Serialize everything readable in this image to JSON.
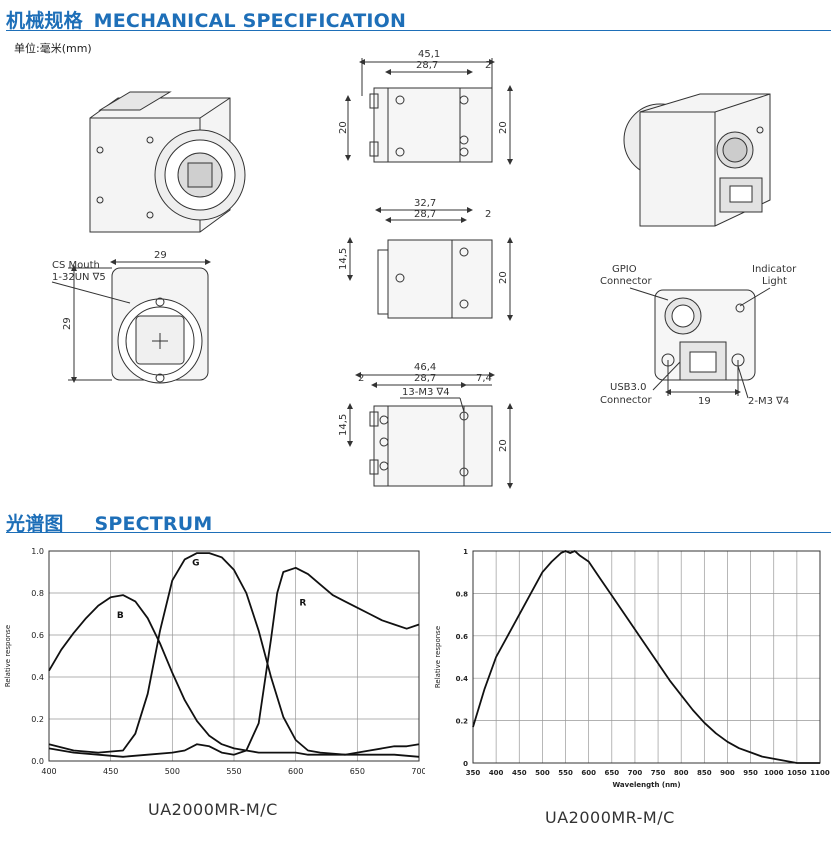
{
  "mechanical": {
    "title_cn": "机械规格",
    "title_en": "MECHANICAL SPECIFICATION",
    "unit": "单位:毫米(mm)"
  },
  "spectrum": {
    "title_cn": "光谱图",
    "title_en": "SPECTRUM"
  },
  "drawing_labels": {
    "top_total": "45,1",
    "top_mid": "28,7",
    "top_edge": "2",
    "top_left_h": "20",
    "top_right_h": "20",
    "side_total": "32,7",
    "side_mid": "28,7",
    "side_edge": "2",
    "side_left_h": "14,5",
    "side_right_h": "20",
    "bot_total": "46,4",
    "bot_left": "2",
    "bot_mid": "28,7",
    "bot_right": "7,4",
    "bot_hole": "13-M3 ∇4",
    "bot_left_h": "14,5",
    "bot_right_h": "20",
    "front_width": "29",
    "front_height": "29",
    "mount_label_1": "CS Mouth",
    "mount_label_2": "1-32UN ∇5",
    "gpio_1": "GPIO",
    "gpio_2": "Connector",
    "ind_1": "Indicator",
    "ind_2": "Light",
    "usb_1": "USB3.0",
    "usb_2": "Connector",
    "back_spacing": "19",
    "back_hole": "2-M3 ∇4"
  },
  "chart_data": [
    {
      "type": "line",
      "title": "",
      "caption": "UA2000MR-M/C",
      "xlabel": "",
      "ylabel": "Relative response",
      "xlim": [
        400,
        700
      ],
      "ylim": [
        0,
        1.0
      ],
      "x_ticks": [
        400,
        450,
        500,
        550,
        600,
        650,
        700
      ],
      "y_ticks": [
        0.0,
        0.2,
        0.4,
        0.6,
        0.8,
        1.0
      ],
      "grid": true,
      "series": [
        {
          "name": "B",
          "x": [
            400,
            410,
            420,
            430,
            440,
            450,
            460,
            470,
            480,
            490,
            500,
            510,
            520,
            530,
            540,
            550,
            560,
            570,
            580,
            590,
            600,
            610,
            620,
            630,
            640,
            650,
            660,
            670,
            680,
            690,
            700
          ],
          "y": [
            0.43,
            0.53,
            0.61,
            0.68,
            0.74,
            0.78,
            0.79,
            0.76,
            0.68,
            0.56,
            0.42,
            0.29,
            0.19,
            0.12,
            0.08,
            0.06,
            0.05,
            0.04,
            0.04,
            0.04,
            0.04,
            0.03,
            0.03,
            0.03,
            0.03,
            0.04,
            0.05,
            0.06,
            0.07,
            0.07,
            0.08
          ]
        },
        {
          "name": "G",
          "x": [
            400,
            420,
            440,
            460,
            470,
            480,
            490,
            500,
            510,
            520,
            530,
            540,
            550,
            560,
            570,
            580,
            590,
            600,
            610,
            620,
            640,
            660,
            680,
            700
          ],
          "y": [
            0.08,
            0.05,
            0.04,
            0.05,
            0.13,
            0.32,
            0.62,
            0.86,
            0.96,
            0.99,
            0.99,
            0.97,
            0.91,
            0.8,
            0.62,
            0.4,
            0.21,
            0.1,
            0.05,
            0.04,
            0.03,
            0.03,
            0.03,
            0.02
          ]
        },
        {
          "name": "R",
          "x": [
            400,
            420,
            440,
            460,
            480,
            500,
            510,
            520,
            530,
            540,
            550,
            560,
            570,
            580,
            585,
            590,
            600,
            610,
            620,
            630,
            640,
            650,
            660,
            670,
            680,
            690,
            700
          ],
          "y": [
            0.06,
            0.04,
            0.03,
            0.02,
            0.03,
            0.04,
            0.05,
            0.08,
            0.07,
            0.04,
            0.03,
            0.05,
            0.18,
            0.58,
            0.8,
            0.9,
            0.92,
            0.89,
            0.84,
            0.79,
            0.76,
            0.73,
            0.7,
            0.67,
            0.65,
            0.63,
            0.65
          ]
        }
      ]
    },
    {
      "type": "line",
      "title": "",
      "caption": "UA2000MR-M/C",
      "xlabel": "Wavelength (nm)",
      "ylabel": "Relative response",
      "xlim": [
        350,
        1100
      ],
      "ylim": [
        0,
        1
      ],
      "x_ticks": [
        350,
        400,
        450,
        500,
        550,
        600,
        650,
        700,
        750,
        800,
        850,
        900,
        950,
        1000,
        1050,
        1100
      ],
      "y_ticks": [
        0,
        0.2,
        0.4,
        0.6,
        0.8,
        1
      ],
      "y_tick_labels": [
        "0",
        "0.2",
        "0.4",
        "0.6",
        "0.8",
        "1"
      ],
      "grid": true,
      "series": [
        {
          "x": [
            350,
            375,
            400,
            425,
            450,
            475,
            500,
            520,
            540,
            550,
            560,
            570,
            580,
            600,
            625,
            650,
            675,
            700,
            725,
            750,
            775,
            800,
            825,
            850,
            875,
            900,
            925,
            950,
            975,
            1000,
            1025,
            1050,
            1075,
            1100
          ],
          "y": [
            0.17,
            0.35,
            0.5,
            0.6,
            0.7,
            0.8,
            0.9,
            0.95,
            0.99,
            1.0,
            0.99,
            1.0,
            0.98,
            0.95,
            0.87,
            0.79,
            0.71,
            0.63,
            0.55,
            0.47,
            0.39,
            0.32,
            0.25,
            0.19,
            0.14,
            0.1,
            0.07,
            0.05,
            0.03,
            0.02,
            0.01,
            0.0,
            0.0,
            0.0
          ]
        }
      ]
    }
  ]
}
